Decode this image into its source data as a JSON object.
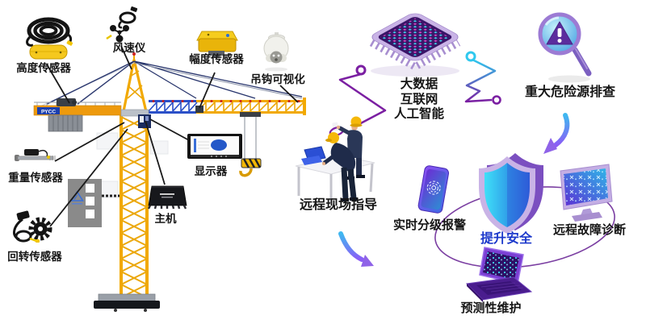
{
  "diagram": {
    "left": {
      "crane_brand": "PYCC",
      "sensors": [
        {
          "label": "高度传感器",
          "icon": "height-sensor-icon"
        },
        {
          "label": "风速仪",
          "icon": "anemometer-icon"
        },
        {
          "label": "幅度传感器",
          "icon": "amplitude-sensor-icon"
        },
        {
          "label": "吊钩可视化",
          "icon": "hook-camera-icon"
        },
        {
          "label": "重量传感器",
          "icon": "weight-sensor-icon"
        },
        {
          "label": "显示器",
          "icon": "display-monitor-icon"
        },
        {
          "label": "主机",
          "icon": "main-unit-icon"
        },
        {
          "label": "回转传感器",
          "icon": "rotation-sensor-icon"
        }
      ]
    },
    "right": {
      "ai": {
        "lines": [
          "大数据",
          "互联网",
          "人工智能"
        ],
        "icon": "cpu-chip-icon"
      },
      "hazard": {
        "label": "重大危险源排查",
        "icon": "magnifier-warning-icon"
      },
      "guidance": {
        "label": "远程现场指导",
        "icon": "workers-table-icon"
      },
      "orbit": {
        "alarm": {
          "label": "实时分级报警",
          "icon": "phone-fingerprint-icon"
        },
        "safety": {
          "label": "提升安全",
          "icon": "shield-icon"
        },
        "diagnosis": {
          "label": "远程故障诊断",
          "icon": "desktop-monitor-icon"
        },
        "maintenance": {
          "label": "预测性维护",
          "icon": "laptop-icon"
        }
      }
    },
    "colors": {
      "crane_yellow": "#F2A900",
      "jib_blue": "#2B50C8",
      "circuit_purple": "#7B1FA2",
      "safety_accent_blue": "#1C39CB",
      "label_black": "#151515"
    }
  }
}
